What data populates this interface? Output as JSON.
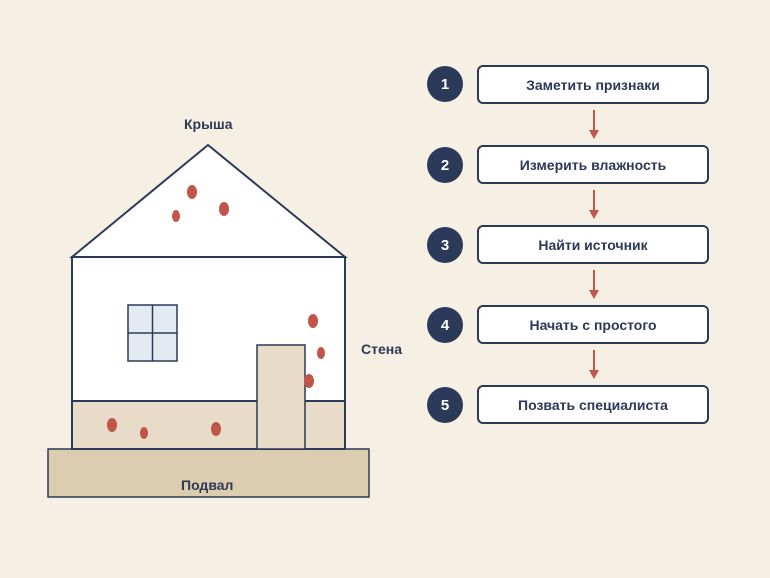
{
  "colors": {
    "background": "#f6efe4",
    "navy": "#2b3a58",
    "spot": "#c0564a",
    "base": "#e8dcc8",
    "foundation": "#dccdb1",
    "wall": "#ffffff"
  },
  "house": {
    "roof_label": "Крыша",
    "wall_label": "Стена",
    "basement_label": "Подвал"
  },
  "steps": [
    {
      "number": "1",
      "label": "Заметить признаки"
    },
    {
      "number": "2",
      "label": "Измерить влажность"
    },
    {
      "number": "3",
      "label": "Найти источник"
    },
    {
      "number": "4",
      "label": "Начать с простого"
    },
    {
      "number": "5",
      "label": "Позвать специалиста"
    }
  ]
}
